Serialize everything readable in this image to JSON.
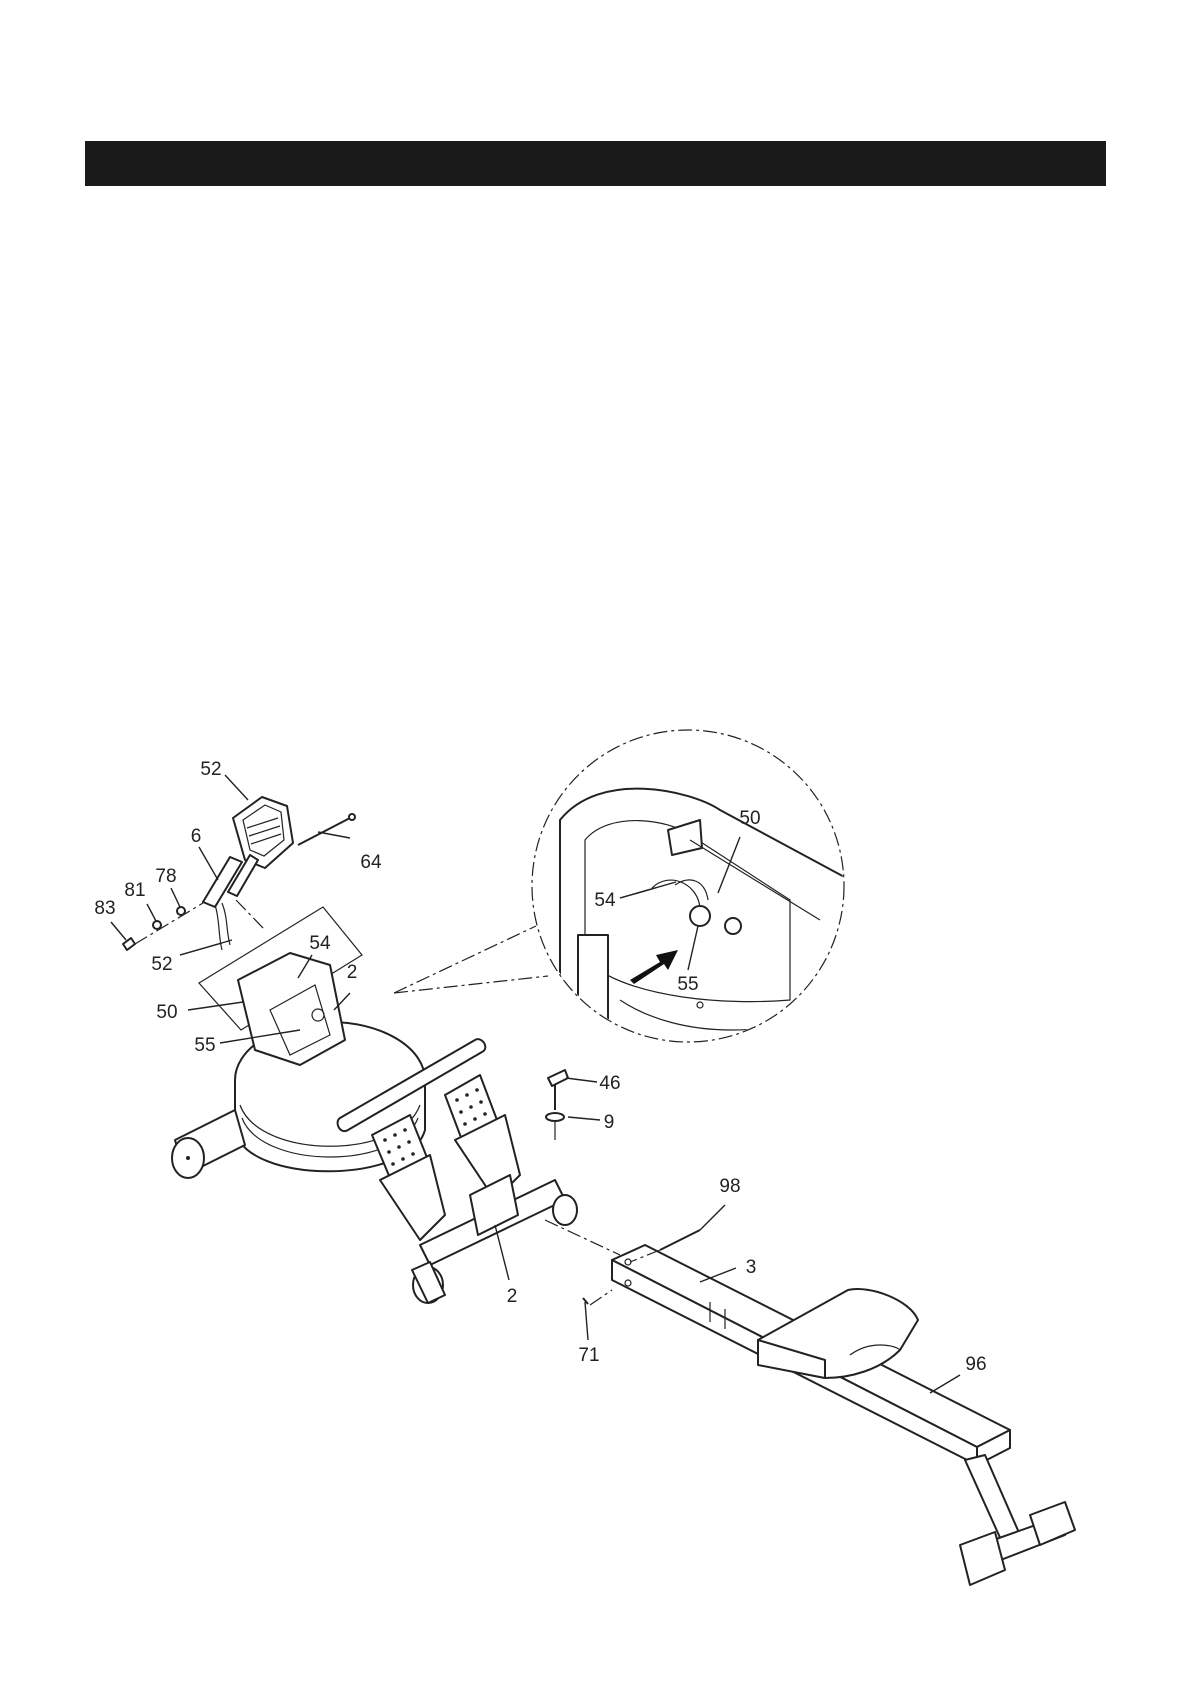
{
  "callouts": {
    "top_52": "52",
    "p6": "6",
    "p64": "64",
    "p78": "78",
    "p81": "81",
    "p83": "83",
    "low_52": "52",
    "p54": "54",
    "p2_upper": "2",
    "p50": "50",
    "p55": "55",
    "p46": "46",
    "p9": "9",
    "p98": "98",
    "p3": "3",
    "p2_lower": "2",
    "p71": "71",
    "p96": "96"
  },
  "detail": {
    "p50": "50",
    "p54": "54",
    "p55": "55"
  }
}
